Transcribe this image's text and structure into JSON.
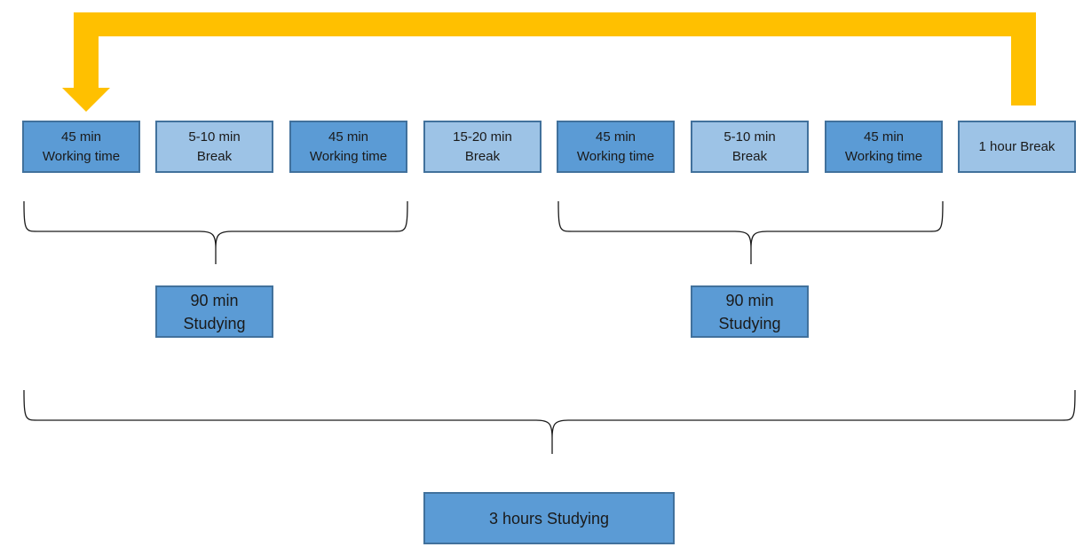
{
  "colors": {
    "work": "#5B9BD5",
    "break": "#9DC3E6",
    "summary": "#5B9BD5",
    "border": "#41719C",
    "arrow": "#FFC000",
    "brace": "#1a1a1a"
  },
  "timeline": [
    {
      "text": "45 min\nWorking time",
      "kind": "work"
    },
    {
      "text": "5-10 min\nBreak",
      "kind": "break"
    },
    {
      "text": "45 min\nWorking time",
      "kind": "work"
    },
    {
      "text": "15-20 min\nBreak",
      "kind": "break"
    },
    {
      "text": "45 min\nWorking time",
      "kind": "work"
    },
    {
      "text": "5-10 min\nBreak",
      "kind": "break"
    },
    {
      "text": "45 min\nWorking time",
      "kind": "work"
    },
    {
      "text": "1 hour Break",
      "kind": "break"
    }
  ],
  "sessions": [
    {
      "text": "90 min\nStudying"
    },
    {
      "text": "90 min\nStudying"
    }
  ],
  "total": {
    "text": "3 hours Studying"
  },
  "loop_arrow": {
    "icon": "loop-back-arrow-icon",
    "direction": "from last block back to first block"
  }
}
